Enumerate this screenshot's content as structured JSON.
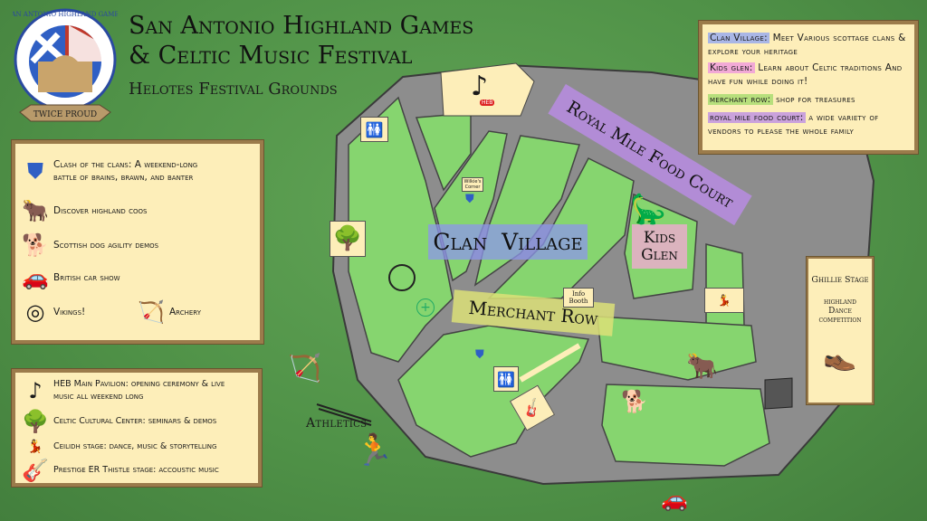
{
  "header": {
    "title_line1": "San Antonio Highland Games",
    "title_line2": "& Celtic Music Festival",
    "subtitle": "Helotes Festival Grounds"
  },
  "logo": {
    "ring_text": "San Antonio Highland Games & Celtic Music Festival",
    "ribbon": "Twice Proud"
  },
  "legend_activities": [
    {
      "icon": "clan-shield-icon",
      "text_line1": "Clash of the clans: A weekend-long",
      "text_line2": "battle of brains, brawn, and banter"
    },
    {
      "icon": "highland-cow-icon",
      "text": "Discover highland coos"
    },
    {
      "icon": "scottie-dog-icon",
      "text": "Scottish dog agility demos"
    },
    {
      "icon": "vintage-car-icon",
      "text": "British car show"
    },
    {
      "icon": "viking-shield-icon",
      "text": "Vikings!"
    },
    {
      "icon": "archer-icon",
      "text": "Archery"
    }
  ],
  "legend_stages": [
    {
      "icon": "bagpipes-icon",
      "text_line1": "HEB Main Pavilion: opening ceremony & live",
      "text_line2": "music all weekend long"
    },
    {
      "icon": "tree-of-life-icon",
      "text": "Celtic Cultural Center: seminars & demos"
    },
    {
      "icon": "ceilidh-icon",
      "text": "Ceilidh stage: dance, music & storytelling"
    },
    {
      "icon": "guitar-icon",
      "text": "Prestige ER Thistle stage: accoustic music"
    }
  ],
  "legend_areas": [
    {
      "name": "Clan Village:",
      "desc": "Meet Various scottage clans & explore your heritage",
      "color": "#a9b6e6"
    },
    {
      "name": "Kids glen:",
      "desc": "Learn about Celtic traditions And have fun while doing it!",
      "color": "#f2a9d6"
    },
    {
      "name": "merchant row:",
      "desc": "shop for treasures",
      "color": "#b7df7c"
    },
    {
      "name": "royal mile food court:",
      "desc": "a wide variety of vendors to please the whole family",
      "color": "#caa2dc"
    }
  ],
  "map": {
    "royal_mile": "Royal Mile Food Court",
    "clan_village": "Clan Village",
    "kids_glen_line1": "Kids",
    "kids_glen_line2": "Glen",
    "merchant_row": "Merchant Row",
    "info_booth_line1": "Info",
    "info_booth_line2": "Booth",
    "wilkies_corner_line1": "Wilkie's",
    "wilkies_corner_line2": "Corner",
    "athletics": "Athletics",
    "heb_badge": "HEB"
  },
  "ghillie": {
    "title": "Ghillie Stage",
    "line1": "highland",
    "line2": "Dance",
    "line3": "competition"
  }
}
